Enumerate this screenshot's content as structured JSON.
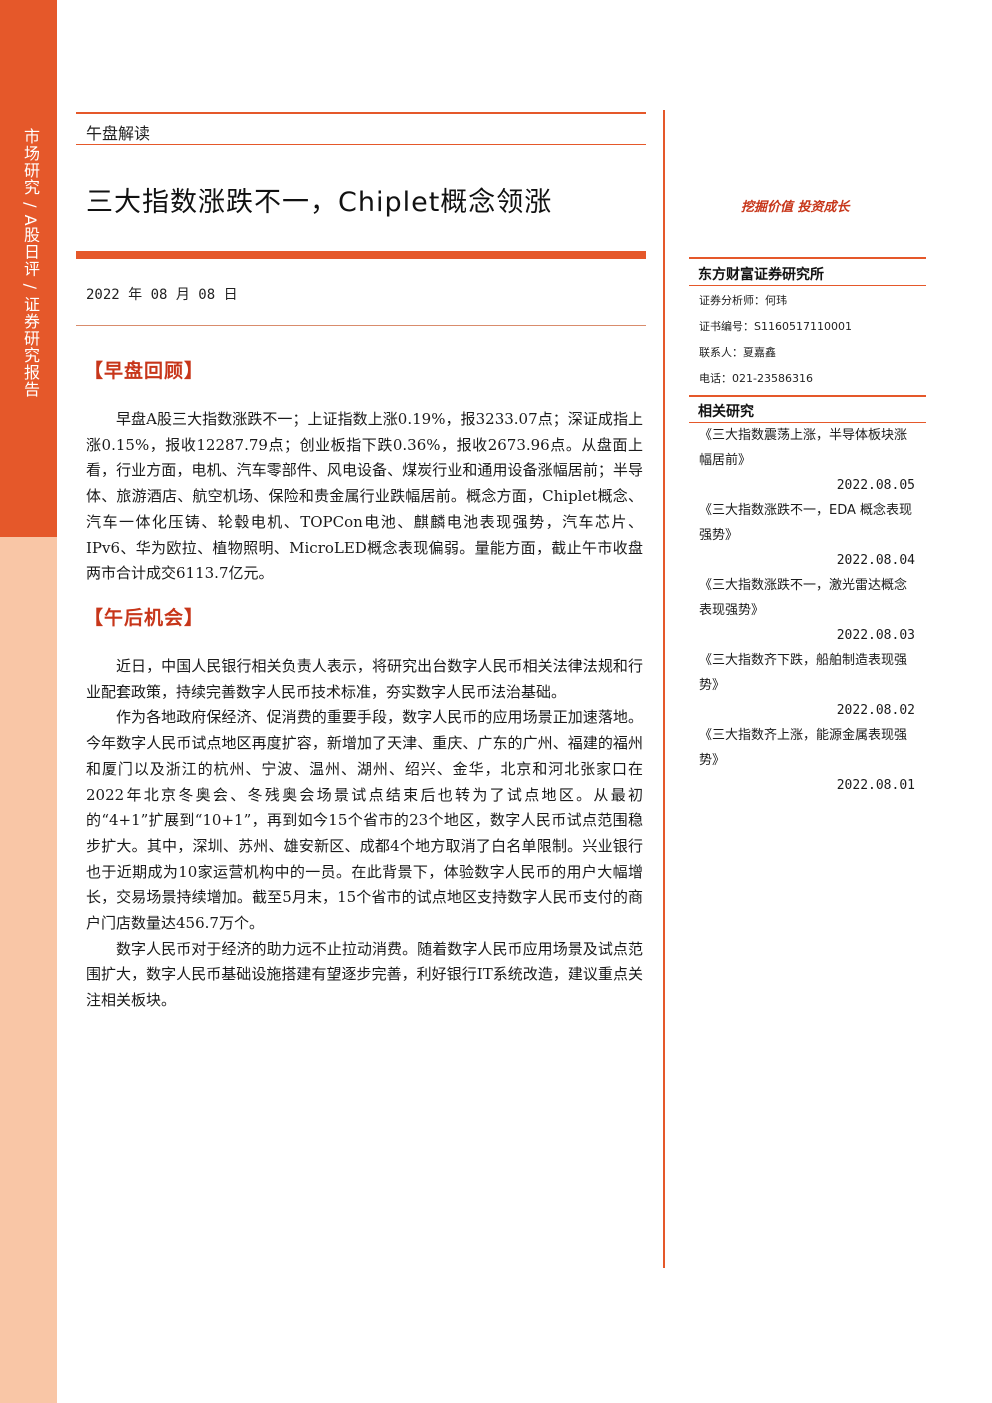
{
  "sidebar": {
    "label": "市场研究 / A股日评 / 证券研究报告"
  },
  "report": {
    "section": "午盘解读",
    "title": "三大指数涨跌不一，Chiplet概念领涨",
    "date": "2022 年 08 月 08 日"
  },
  "morning": {
    "heading": "【早盘回顾】",
    "paragraphs": [
      "早盘A股三大指数涨跌不一；上证指数上涨0.19%，报3233.07点；深证成指上涨0.15%，报收12287.79点；创业板指下跌0.36%，报收2673.96点。从盘面上看，行业方面，电机、汽车零部件、风电设备、煤炭行业和通用设备涨幅居前；半导体、旅游酒店、航空机场、保险和贵金属行业跌幅居前。概念方面，Chiplet概念、汽车一体化压铸、轮毂电机、TOPCon电池、麒麟电池表现强势，汽车芯片、IPv6、华为欧拉、植物照明、MicroLED概念表现偏弱。量能方面，截止午市收盘两市合计成交6113.7亿元。"
    ]
  },
  "afternoon": {
    "heading": "【午后机会】",
    "paragraphs": [
      "近日，中国人民银行相关负责人表示，将研究出台数字人民币相关法律法规和行业配套政策，持续完善数字人民币技术标准，夯实数字人民币法治基础。",
      "作为各地政府保经济、促消费的重要手段，数字人民币的应用场景正加速落地。今年数字人民币试点地区再度扩容，新增加了天津、重庆、广东的广州、福建的福州和厦门以及浙江的杭州、宁波、温州、湖州、绍兴、金华，北京和河北张家口在2022年北京冬奥会、冬残奥会场景试点结束后也转为了试点地区。从最初的“4+1”扩展到“10+1”，再到如今15个省市的23个地区，数字人民币试点范围稳步扩大。其中，深圳、苏州、雄安新区、成都4个地方取消了白名单限制。兴业银行也于近期成为10家运营机构中的一员。在此背景下，体验数字人民币的用户大幅增长，交易场景持续增加。截至5月末，15个省市的试点地区支持数字人民币支付的商户门店数量达456.7万个。",
      "数字人民币对于经济的助力远不止拉动消费。随着数字人民币应用场景及试点范围扩大，数字人民币基础设施搭建有望逐步完善，利好银行IT系统改造，建议重点关注相关板块。"
    ]
  },
  "right": {
    "slogan": "挖掘价值 投资成长",
    "org": "东方财富证券研究所",
    "analyst": "证券分析师：何玮",
    "cert": "证书编号：S1160517110001",
    "contact": "联系人：夏嘉鑫",
    "phone": "电话：021-23586316",
    "related_heading": "相关研究",
    "related": [
      {
        "title": "《三大指数震荡上涨，半导体板块涨幅居前》",
        "date": "2022.08.05"
      },
      {
        "title": "《三大指数涨跌不一，EDA 概念表现强势》",
        "date": "2022.08.04"
      },
      {
        "title": "《三大指数涨跌不一，激光雷达概念表现强势》",
        "date": "2022.08.03"
      },
      {
        "title": "《三大指数齐下跌，船舶制造表现强势》",
        "date": "2022.08.02"
      },
      {
        "title": "《三大指数齐上涨，能源金属表现强势》",
        "date": "2022.08.01"
      }
    ]
  }
}
